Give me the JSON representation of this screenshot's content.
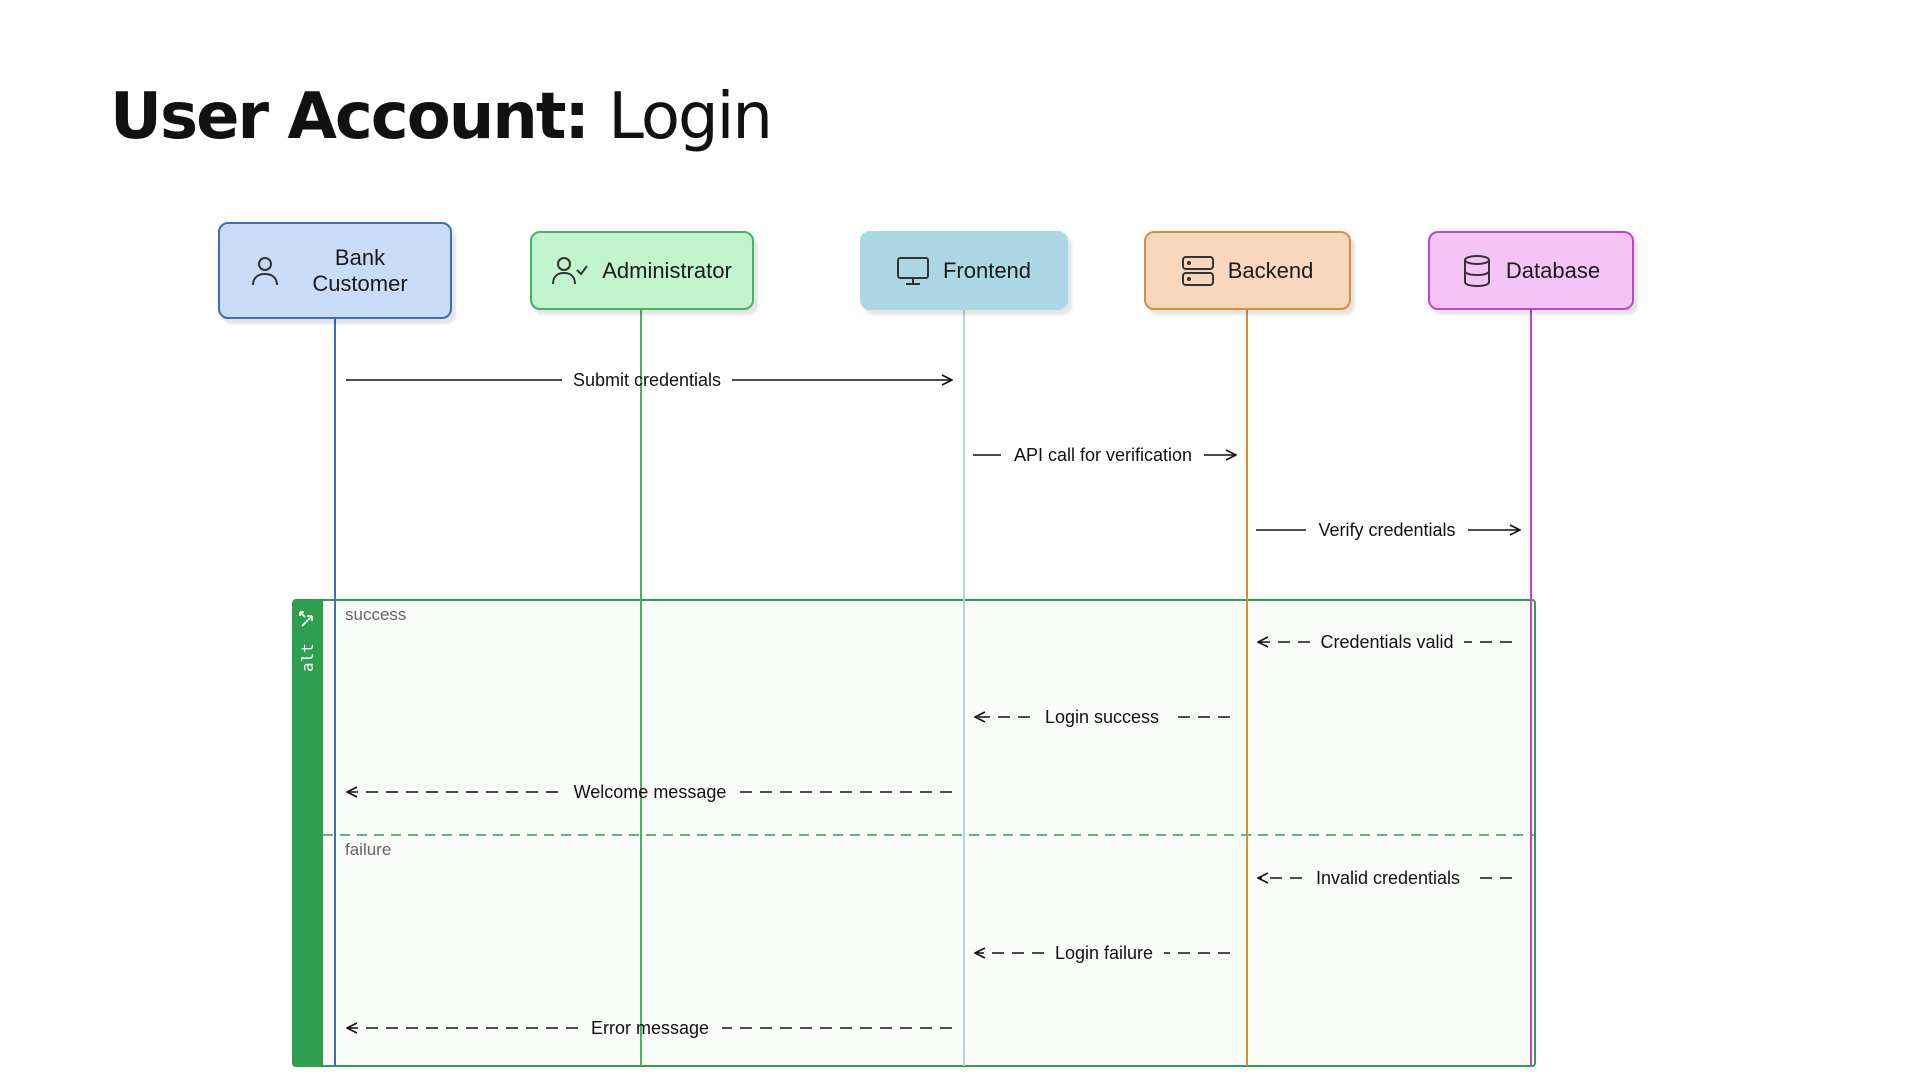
{
  "title": {
    "bold": "User Account:",
    "light": "Login"
  },
  "actors": [
    {
      "id": "customer",
      "label": "Bank Customer",
      "icon": "user-icon",
      "fill": "#c8dcf8",
      "border": "#3d6fb6",
      "line": "#3d6fb6"
    },
    {
      "id": "admin",
      "label": "Administrator",
      "icon": "user-check-icon",
      "fill": "#c2f5cd",
      "border": "#47b35e",
      "line": "#47b35e"
    },
    {
      "id": "frontend",
      "label": "Frontend",
      "icon": "monitor-icon",
      "fill": "#acd8e6",
      "border": "#acd8e6",
      "line": "#acd8e6"
    },
    {
      "id": "backend",
      "label": "Backend",
      "icon": "server-icon",
      "fill": "#f8d7bc",
      "border": "#d88e3a",
      "line": "#d88e3a"
    },
    {
      "id": "database",
      "label": "Database",
      "icon": "database-icon",
      "fill": "#f3c4f5",
      "border": "#c243cf",
      "line": "#c243cf"
    }
  ],
  "messages": [
    {
      "from": "customer",
      "to": "frontend",
      "label": "Submit credentials",
      "style": "solid"
    },
    {
      "from": "frontend",
      "to": "backend",
      "label": "API call for verification",
      "style": "solid"
    },
    {
      "from": "backend",
      "to": "database",
      "label": "Verify credentials",
      "style": "solid"
    },
    {
      "from": "database",
      "to": "backend",
      "label": "Credentials valid",
      "style": "dashed"
    },
    {
      "from": "backend",
      "to": "frontend",
      "label": "Login success",
      "style": "dashed"
    },
    {
      "from": "frontend",
      "to": "customer",
      "label": "Welcome message",
      "style": "dashed"
    },
    {
      "from": "database",
      "to": "backend",
      "label": "Invalid credentials",
      "style": "dashed"
    },
    {
      "from": "backend",
      "to": "frontend",
      "label": "Login failure",
      "style": "dashed"
    },
    {
      "from": "frontend",
      "to": "customer",
      "label": "Error message",
      "style": "dashed"
    }
  ],
  "alt_fragment": {
    "label": "alt",
    "color": "#2e9e4f",
    "conditions": [
      "success",
      "failure"
    ]
  }
}
